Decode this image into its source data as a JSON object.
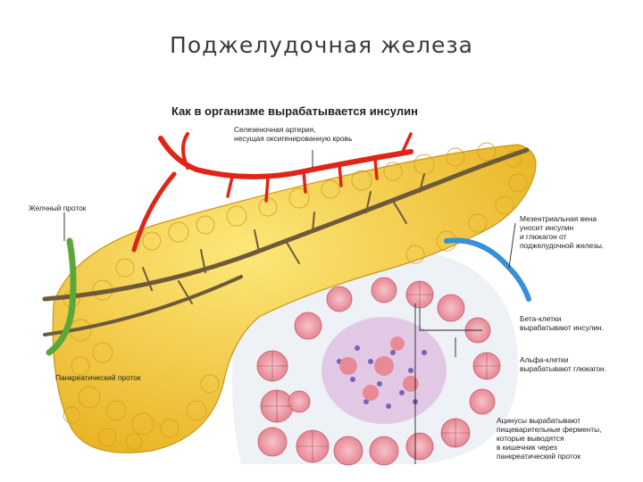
{
  "slide": {
    "title": "Поджелудочная железа"
  },
  "figure": {
    "heading": "Как в организме вырабатывается инсулин",
    "labels": {
      "splenic_artery": [
        "Селезеночная артерия,",
        "несущая оксигенированную кровь"
      ],
      "bile_duct": [
        "Желчный проток"
      ],
      "mesenteric_vein": [
        "Мезентриальная вена",
        "уносит инсулин",
        "и глюкагон от",
        "поджелудочной железы."
      ],
      "beta_cells": [
        "Бета-клетки",
        "вырабатывают инсулин."
      ],
      "alpha_cells": [
        "Альфа-клетки",
        "вырабатывают глюкагон."
      ],
      "pancreatic_duct": [
        "Панкреатический проток"
      ],
      "acini": [
        "Ацинусы вырабатывают",
        "пищеварительные ферменты,",
        "которые выводятся",
        "в кишечник через",
        "панкреатический проток"
      ]
    }
  },
  "colors": {
    "gland": "#f3cf3a",
    "gland_dark": "#d9a818",
    "artery": "#e02418",
    "vein": "#3a8fd6",
    "duct": "#6e5a3a",
    "bile_duct": "#5aa83a",
    "acinus": "#e88a96",
    "islet": "#6a4fb0"
  }
}
